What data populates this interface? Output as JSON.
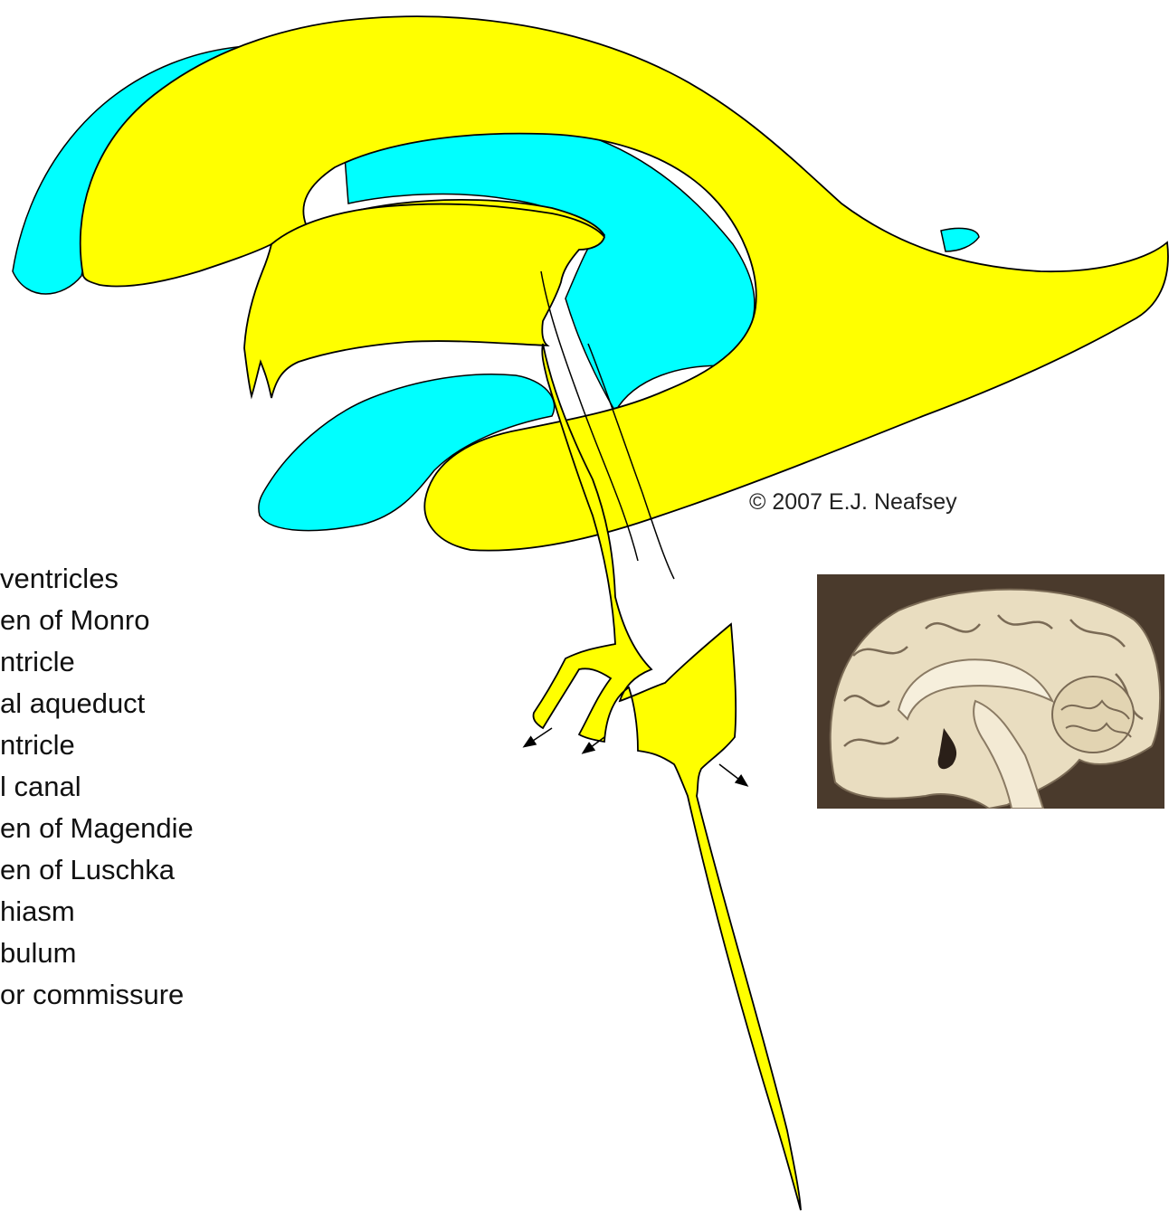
{
  "colors": {
    "ventricle_fill": "#ffff00",
    "lateral_ventricle_back_fill": "#00ffff",
    "outline": "#000000",
    "photo_background": "#4a3a2c",
    "photo_tissue": "#e9ddc0"
  },
  "labels": [
    "ventricles",
    "en of Monro",
    "ntricle",
    "al aqueduct",
    "ntricle",
    "l canal",
    "en of Magendie",
    "en of Luschka",
    "hiasm",
    "bulum",
    "or commissure"
  ],
  "copyright": "© 2007 E.J. Neafsey",
  "photo": {
    "subject": "midsagittal-brain-section"
  }
}
